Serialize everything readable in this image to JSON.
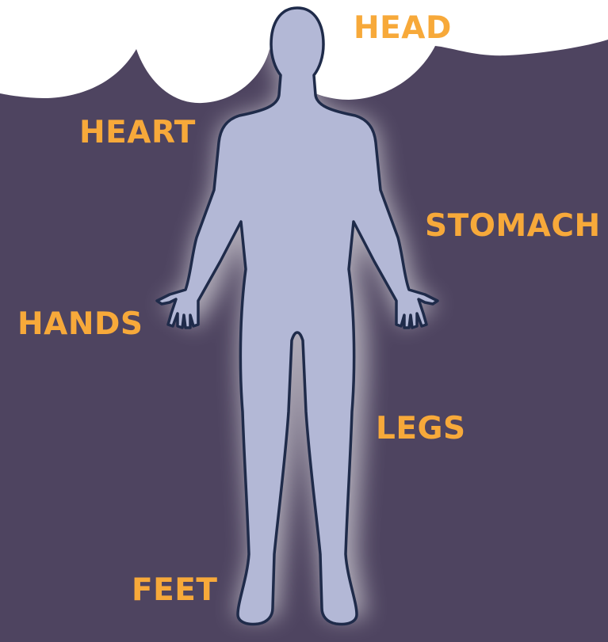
{
  "colors": {
    "background_dark": "#4e4460",
    "cloud_white": "#ffffff",
    "body_fill": "#b3b8d6",
    "body_outline": "#1f2b4a",
    "label_orange": "#f7a93a"
  },
  "figure": {
    "icon": "human-silhouette-icon"
  },
  "labels": {
    "head": "HEAD",
    "heart": "HEART",
    "stomach": "STOMACH",
    "hands": "HANDS",
    "legs": "LEGS",
    "feet": "FEET"
  }
}
